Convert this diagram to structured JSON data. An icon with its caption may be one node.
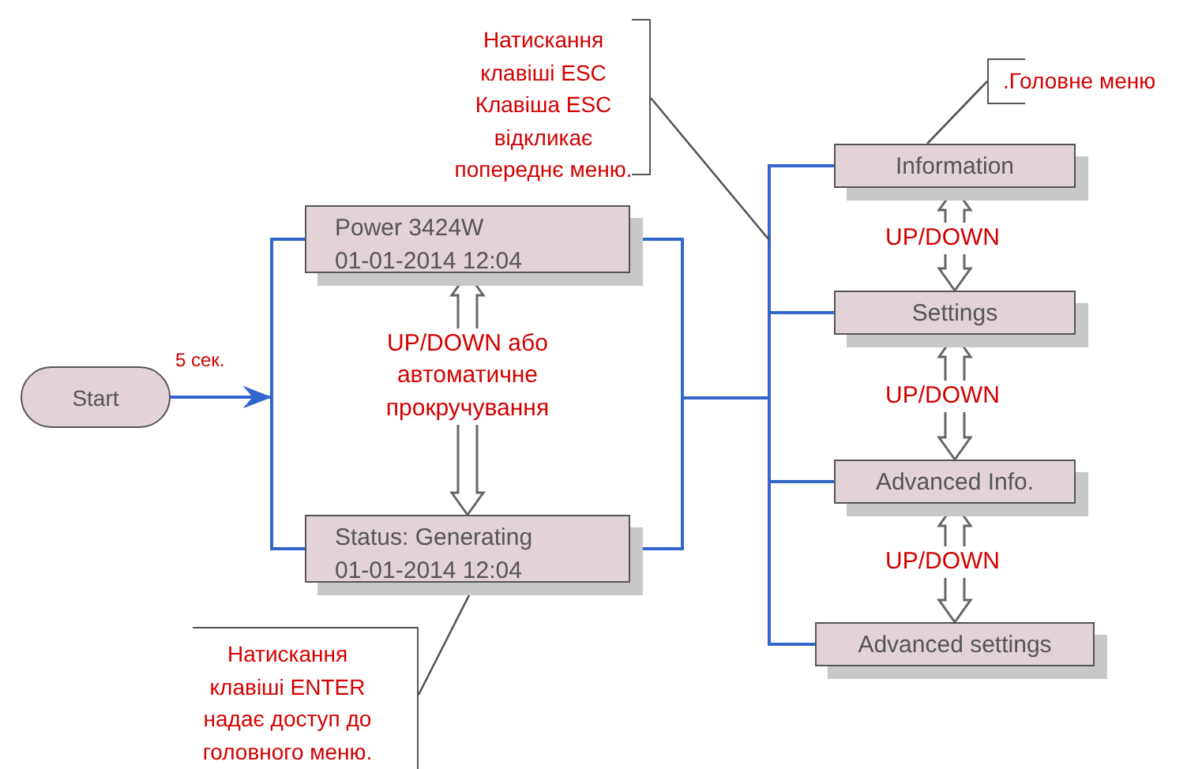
{
  "diagram": {
    "nodes": [
      {
        "text": [
          "Start"
        ]
      },
      {
        "text": [
          "Power 3424W",
          "01-01-2014 12:04"
        ]
      },
      {
        "text": [
          "Status: Generating",
          "01-01-2014 12:04"
        ]
      },
      {
        "text": [
          "Information"
        ]
      },
      {
        "text": [
          "Settings"
        ]
      },
      {
        "text": [
          "Advanced Info."
        ]
      },
      {
        "text": [
          "Advanced settings"
        ]
      },
      {
        "text": [
          "Натискання клавіші ESC Клавіша ESC відкликає попереднє меню."
        ]
      },
      {
        "text": [
          ".Головне меню"
        ]
      },
      {
        "text": [
          "Натискання клавіші ENTER надає доступ до головного меню."
        ]
      }
    ],
    "edges": [
      {
        "from": 0,
        "to": 1,
        "arrow": "to",
        "label": "5 сек."
      },
      {
        "from": 0,
        "to": 2,
        "arrow": "to"
      },
      {
        "from": 1,
        "to": 2,
        "arrow": "both",
        "label": "UP/DOWN або автоматичне прокручування",
        "style": "thick",
        "color": "#666666"
      },
      {
        "from": 1,
        "to": 3,
        "arrow": "none"
      },
      {
        "from": 1,
        "to": 4,
        "arrow": "none"
      },
      {
        "from": 1,
        "to": 5,
        "arrow": "none"
      },
      {
        "from": 1,
        "to": 6,
        "arrow": "none"
      },
      {
        "from": 2,
        "to": 3,
        "arrow": "none"
      },
      {
        "from": 2,
        "to": 4,
        "arrow": "none"
      },
      {
        "from": 2,
        "to": 5,
        "arrow": "none"
      },
      {
        "from": 2,
        "to": 6,
        "arrow": "none"
      },
      {
        "from": 3,
        "to": 4,
        "arrow": "both",
        "label": "UP/DOWN",
        "style": "thick",
        "color": "#666666"
      },
      {
        "from": 4,
        "to": 5,
        "arrow": "both",
        "label": "UP/DOWN",
        "style": "thick",
        "color": "#666666"
      },
      {
        "from": 5,
        "to": 6,
        "arrow": "both",
        "label": "UP/DOWN",
        "style": "thick",
        "color": "#666666"
      },
      {
        "from": 7,
        "to": null,
        "arrow": "none",
        "color": "#555555"
      },
      {
        "from": 8,
        "to": 3,
        "arrow": "none",
        "color": "#555555"
      },
      {
        "from": 9,
        "to": 2,
        "arrow": "none",
        "color": "#555555"
      }
    ]
  }
}
